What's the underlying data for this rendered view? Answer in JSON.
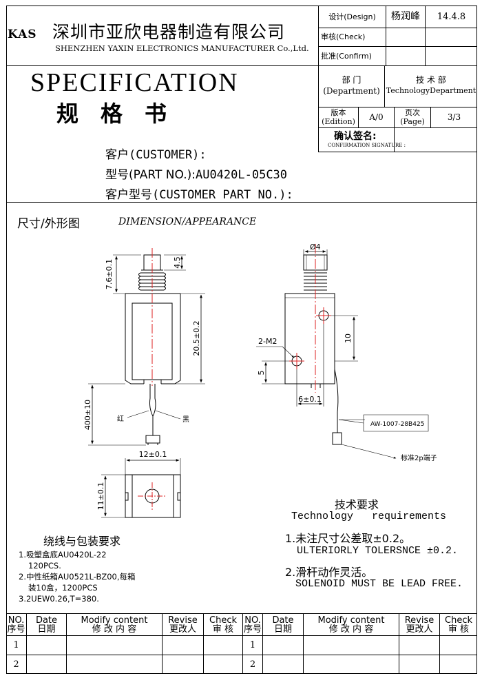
{
  "header": {
    "logo": "KAS",
    "company_cn": "深圳市亚欣电器制造有限公司",
    "company_en": "SHENZHEN YAXIN ELECTRONICS MANUFACTURER Co.,Ltd.",
    "design_label": "设计(Design)",
    "design_name": "杨润峰",
    "design_date": "14.4.8",
    "check_label": "审核(Check)",
    "confirm_label": "批准(Confirm)",
    "dept_label_cn": "部 门",
    "dept_label_en": "(Department)",
    "dept_value_cn": "技 术 部",
    "dept_value_en": "TechnologyDepartment",
    "edition_label_cn": "版本",
    "edition_label_en": "(Edition)",
    "edition_value": "A/0",
    "page_label_cn": "页次",
    "page_label_en": "(Page)",
    "page_value": "3/3",
    "confirm_sig_cn": "确认签名:",
    "confirm_sig_en": "CONFIRMATION SIGNATURE :"
  },
  "title": {
    "en": "SPECIFICATION",
    "cn": "规　格　书"
  },
  "customer": {
    "customer_label": "客户(CUSTOMER):",
    "part_no_label": "型号(PART NO.):",
    "part_no_value": "AU0420L-05C30",
    "customer_part_label": "客户型号(CUSTOMER PART NO.):"
  },
  "dimension": {
    "heading_cn": "尺寸/外形图",
    "heading_en": "DIMENSION/APPEARANCE",
    "dim_76": "7.6±0.1",
    "dim_45": "4.5",
    "dim_205": "20.5±0.2",
    "dim_400": "400±10",
    "label_red": "红",
    "label_black": "黑",
    "dim_12": "12±0.1",
    "dim_11": "11±0.1",
    "dim_phi4": "Ø4",
    "dim_2m2": "2-M2",
    "dim_10": "10",
    "dim_5": "5",
    "dim_6": "6±0.1",
    "wire_label": "AW-1007-28B425",
    "terminal_label": "标准2p端子"
  },
  "packaging": {
    "title": "绕线与包装要求",
    "items": [
      "1.吸塑盒底AU0420L-22",
      "120PCS.",
      "2.中性纸箱AU0521L-BZ00,每箱",
      "装10盒，1200PCS",
      "3.2UEW0.26,T=380."
    ]
  },
  "requirements": {
    "title_cn": "技术要求",
    "title_en": "Technology   requirements",
    "item1_cn": "1.未注尺寸公差取±0.2。",
    "item1_en": "ULTERIORLY TOLERSNCE ±0.2.",
    "item2_cn": "2.滑杆动作灵活。",
    "item2_en": "SOLENOID MUST BE LEAD FREE."
  },
  "revision_table": {
    "headers": [
      {
        "en": "NO.",
        "cn": "序号"
      },
      {
        "en": "Date",
        "cn": "日期"
      },
      {
        "en": "Modify content",
        "cn": "修 改 内 容"
      },
      {
        "en": "Revise",
        "cn": "更改人"
      },
      {
        "en": "Check",
        "cn": "审  核"
      }
    ],
    "rows_left": [
      "1",
      "2"
    ],
    "rows_right": [
      "1",
      "2"
    ]
  }
}
